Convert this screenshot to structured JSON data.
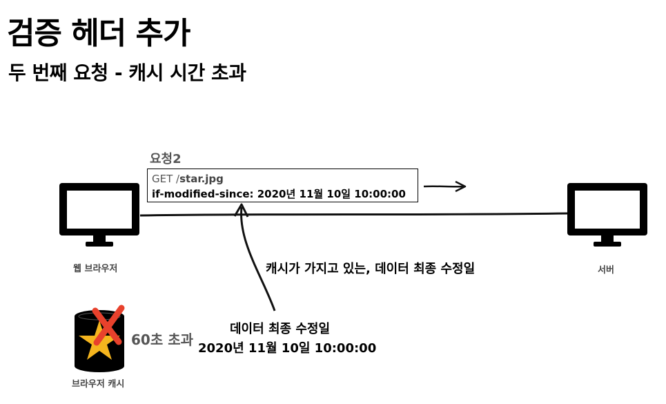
{
  "header": {
    "title": "검증 헤더 추가",
    "subtitle": "두 번째 요청 - 캐시 시간 초과"
  },
  "request": {
    "label": "요청2",
    "method": "GET /",
    "path": "star.jpg",
    "header_line": "if-modified-since: 2020년 11월 10일 10:00:00"
  },
  "browser": {
    "label": "웹 브라우저"
  },
  "server": {
    "label": "서버"
  },
  "cache": {
    "label": "브라우저 캐시",
    "timeout_text": "60초 초과",
    "modified_title": "데이터 최종 수정일",
    "modified_value": "2020년 11월 10일 10:00:00"
  },
  "annotation": "캐시가 가지고 있는, 데이터 최종 수정일",
  "colors": {
    "ink": "#000000",
    "label_gray": "#555555",
    "cache_star": "#F5B51E",
    "cache_cross": "#E8412C"
  }
}
